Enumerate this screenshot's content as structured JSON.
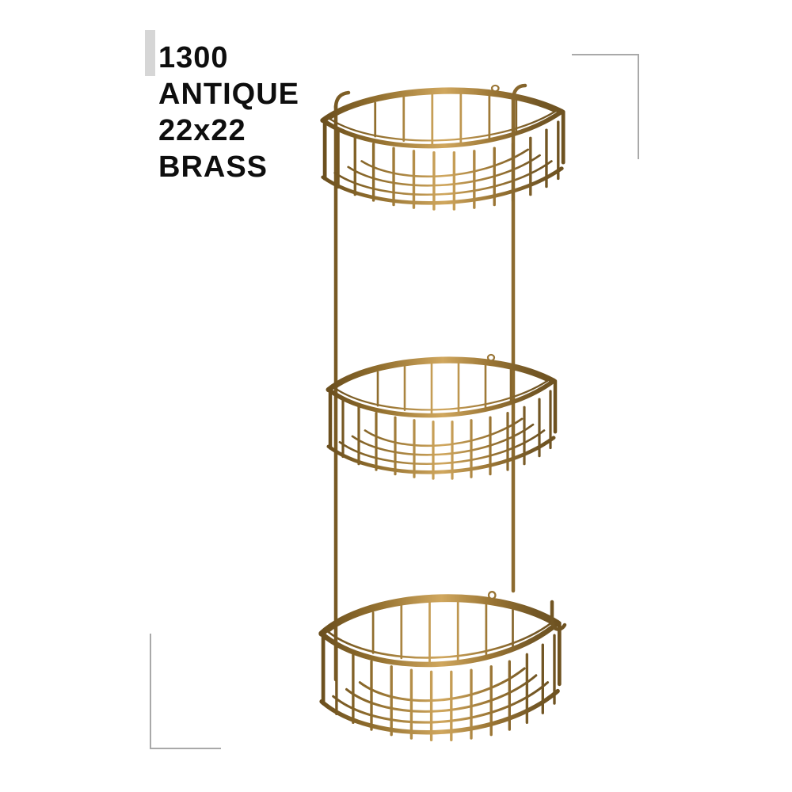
{
  "product_label": {
    "lines": [
      "1300",
      "ANTIQUE",
      "22x22",
      "BRASS"
    ]
  },
  "image": {
    "alt": "Three-tier antique brass corner wire shower basket with wall rails and hook",
    "tiers": 3
  },
  "colors": {
    "brass_dark": "#6b4f1e",
    "brass_mid": "#93702f",
    "brass_light": "#d0a75e",
    "label_text": "#0e0e0e",
    "crop_mark": "#a9a9a9",
    "gray_bar": "#d6d6d6",
    "background": "#ffffff"
  }
}
